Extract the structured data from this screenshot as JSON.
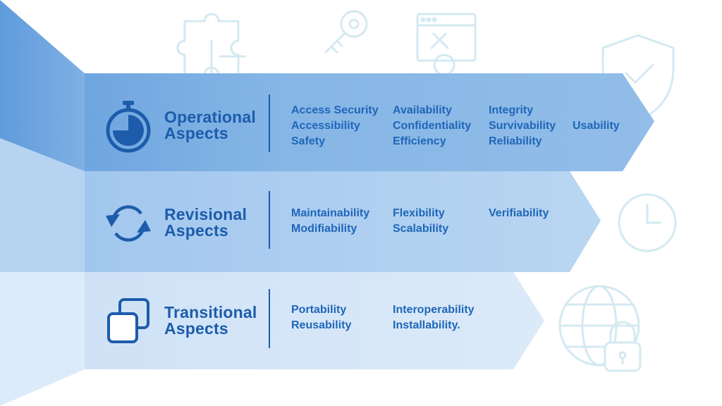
{
  "colors": {
    "band1": "#8fb9e6",
    "band2": "#b4d3f1",
    "band3": "#d6e7f8",
    "text": "#1f66b8",
    "title": "#1d5cab",
    "watermark": "#d4e9f2"
  },
  "bands": [
    {
      "icon": "stopwatch-icon",
      "title_line1": "Operational",
      "title_line2": "Aspects",
      "columns": [
        [
          "Access Security",
          "Accessibility",
          "Safety"
        ],
        [
          "Availability",
          "Confidentiality",
          "Efficiency"
        ],
        [
          "Integrity",
          "Survivability",
          "Reliability"
        ],
        [
          "Usability"
        ]
      ]
    },
    {
      "icon": "refresh-cycle-icon",
      "title_line1": "Revisional",
      "title_line2": "Aspects",
      "columns": [
        [
          "Maintainability",
          "Modifiability"
        ],
        [
          "Flexibility",
          "Scalability"
        ],
        [
          "Verifiability"
        ]
      ]
    },
    {
      "icon": "copy-squares-icon",
      "title_line1": "Transitional",
      "title_line2": "Aspects",
      "columns": [
        [
          "Portability",
          "Reusability"
        ],
        [
          "Interoperability",
          "Installability."
        ]
      ]
    }
  ],
  "background_icons": [
    "puzzle-icon",
    "key-icon",
    "browser-settings-icon",
    "shield-check-icon",
    "clock-icon",
    "globe-lock-icon"
  ]
}
